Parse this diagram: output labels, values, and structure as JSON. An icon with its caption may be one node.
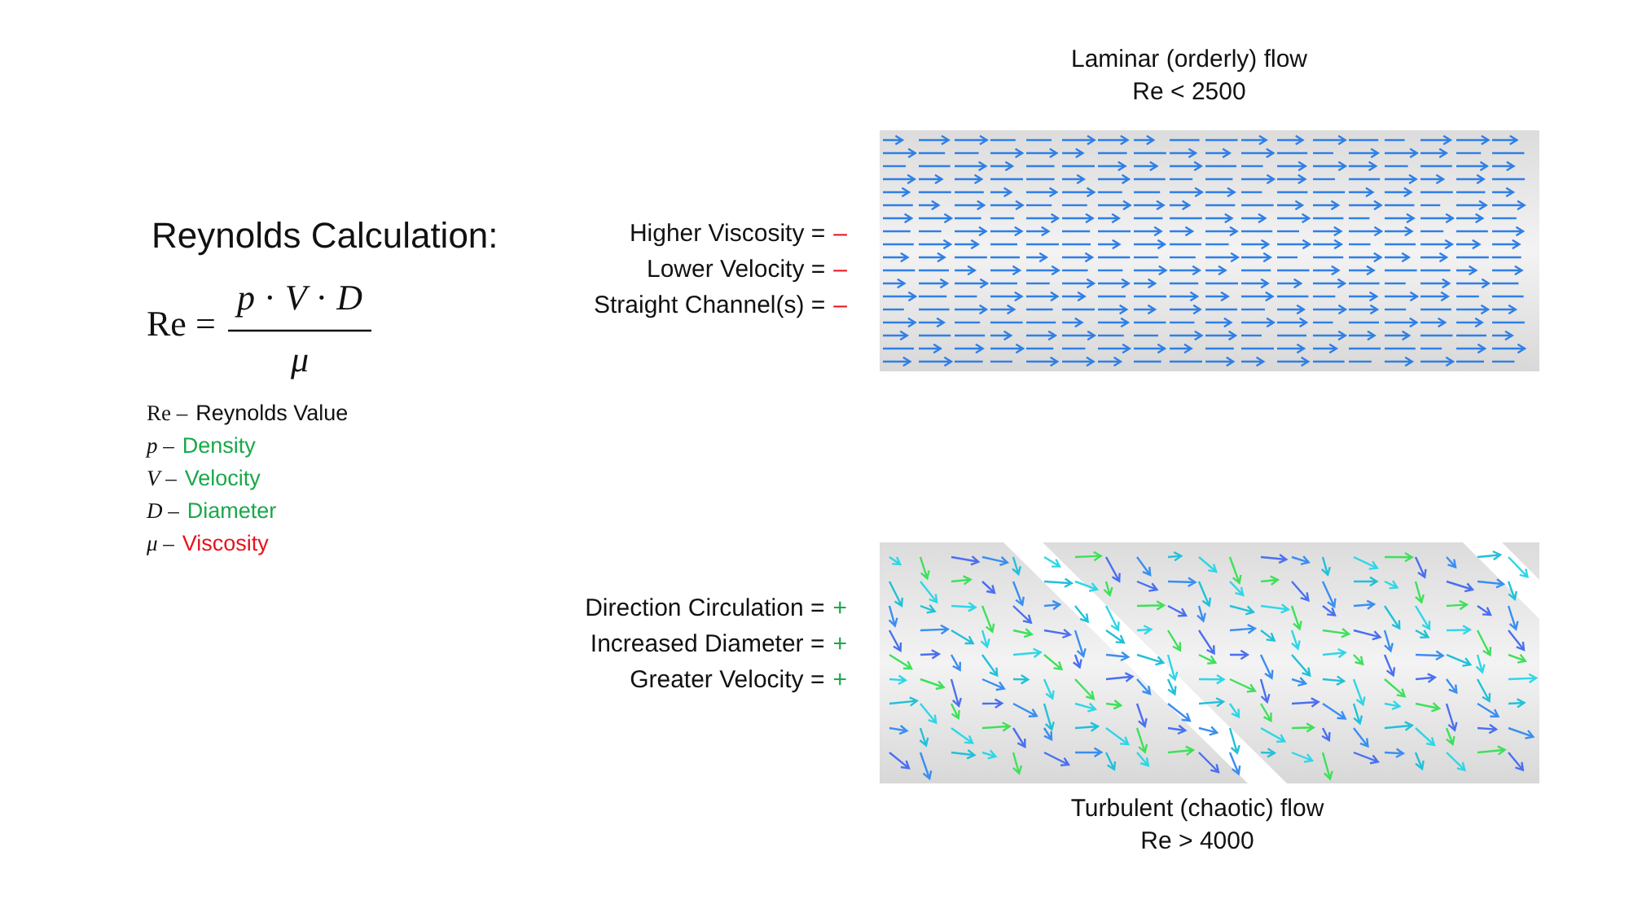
{
  "diagram": {
    "title": "Reynolds Calculation:",
    "labels": [
      "Laminar (orderly) flow",
      "Re < 2500",
      "Re =",
      "*p* · *V* · *D*",
      "*μ*",
      "Higher Viscosity =",
      "–",
      "Lower Velocity =",
      "–",
      "Straight Channel(s) =",
      "–",
      "Re –",
      "Reynolds Value",
      "*p* –",
      "Density",
      "*V* –",
      "Velocity",
      "*D* –",
      "Diameter",
      "*μ* –",
      "Viscosity",
      "Direction Circulation =",
      "+",
      "Increased Diameter =",
      "+",
      "Greater Velocity =",
      "+",
      "Turbulent (chaotic) flow",
      "Re > 4000"
    ]
  }
}
